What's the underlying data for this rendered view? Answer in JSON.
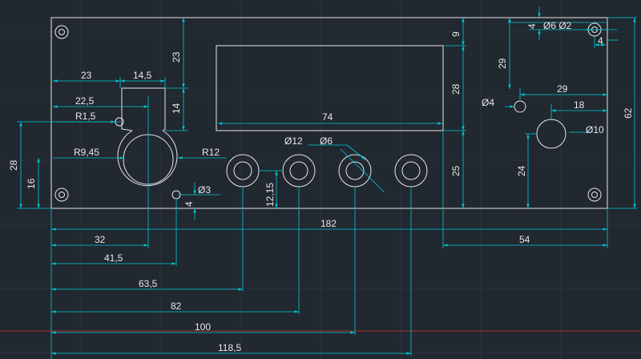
{
  "drawing": {
    "colors": {
      "background": "#212830",
      "object_lines": "#e6e6e6",
      "dimension_lines": "#00c8d7",
      "text": "#e8e8e8",
      "axis_red": "#b03030"
    },
    "dimensions": {
      "d23": "23",
      "d14_5": "14,5",
      "d22_5": "22,5",
      "r1_5": "R1,5",
      "r9_45": "R9,45",
      "r12": "R12",
      "d23v": "23",
      "d14v": "14",
      "d28l": "28",
      "d16l": "16",
      "d3": "Ø3",
      "d4": "4",
      "d12_15": "12,15",
      "d12": "Ø12",
      "d6": "Ø6",
      "d74": "74",
      "d9": "9",
      "d28r": "28",
      "d25": "25",
      "d4top": "4",
      "d6d2": "Ø6 Ø2",
      "d4b": "4",
      "d29v": "29",
      "d29": "29",
      "d4hole": "Ø4",
      "d18": "18",
      "d10": "Ø10",
      "d24": "24",
      "d62": "62",
      "d182": "182",
      "d54": "54",
      "d32": "32",
      "d41_5": "41,5",
      "d63_5": "63,5",
      "d82": "82",
      "d100": "100",
      "d118_5": "118,5"
    }
  }
}
